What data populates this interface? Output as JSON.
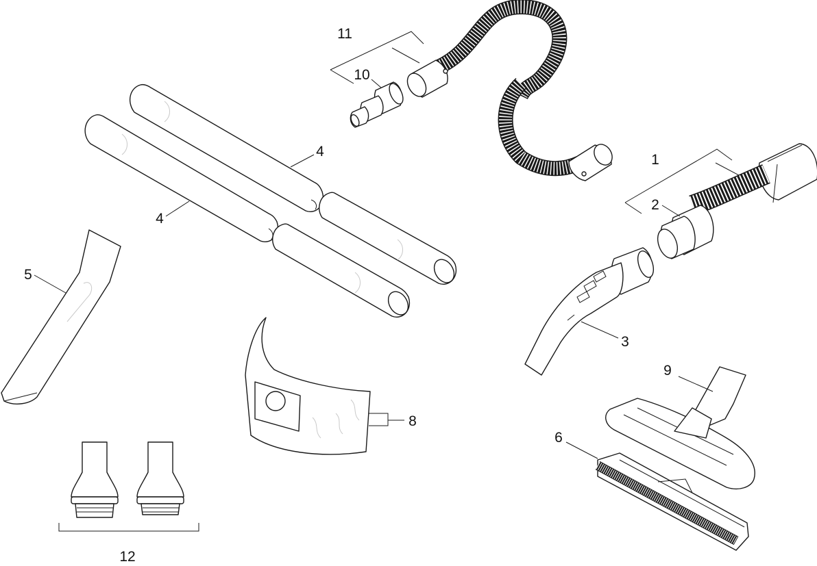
{
  "diagram": {
    "labels": {
      "p1": "1",
      "p2": "2",
      "p3": "3",
      "p4a": "4",
      "p4b": "4",
      "p5": "5",
      "p6": "6",
      "p8": "8",
      "p9": "9",
      "p10": "10",
      "p11": "11",
      "p12": "12"
    }
  }
}
